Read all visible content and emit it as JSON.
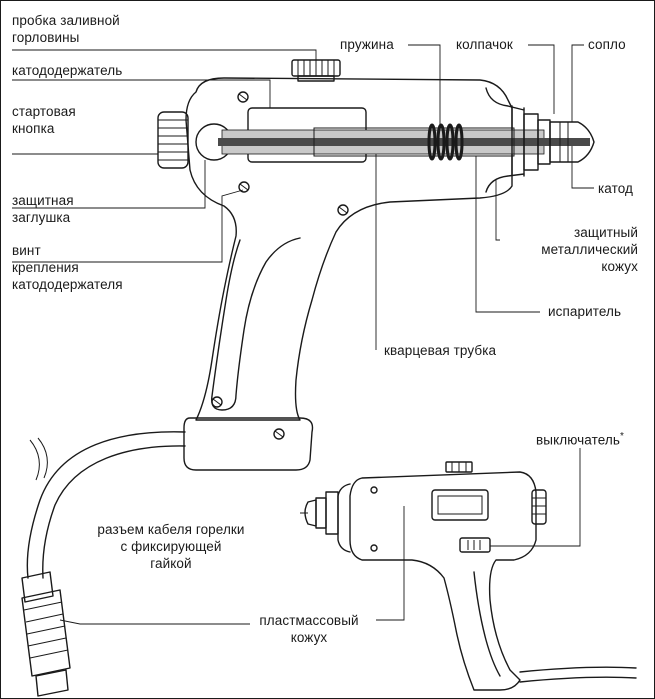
{
  "labels": {
    "filler_cap": "пробка заливной горловины",
    "filler_cap_l1": "пробка заливной",
    "filler_cap_l2": "горловины",
    "spring": "пружина",
    "cap": "колпачок",
    "nozzle": "сопло",
    "cathode_holder": "катододержатель",
    "start_button_l1": "стартовая",
    "start_button_l2": "кнопка",
    "cathode": "катод",
    "protective_plug_l1": "защитная",
    "protective_plug_l2": "заглушка",
    "shield_l1": "защитный",
    "shield_l2": "металлический",
    "shield_l3": "кожух",
    "screw_l1": "винт",
    "screw_l2": "крепления",
    "screw_l3": "катододержателя",
    "evaporator": "испаритель",
    "quartz_tube": "кварцевая трубка",
    "switch": "выключатель",
    "switch_mark": "*",
    "connector_l1": "разъем кабеля горелки",
    "connector_l2": "с фиксирующей",
    "connector_l3": "гайкой",
    "plastic_l1": "пластмассовый",
    "plastic_l2": "кожух"
  },
  "colors": {
    "ink": "#1a1a1a",
    "quartz_fill": "#c9c9c9",
    "rod_fill": "#4a4a4a",
    "body_fill": "#ffffff"
  }
}
